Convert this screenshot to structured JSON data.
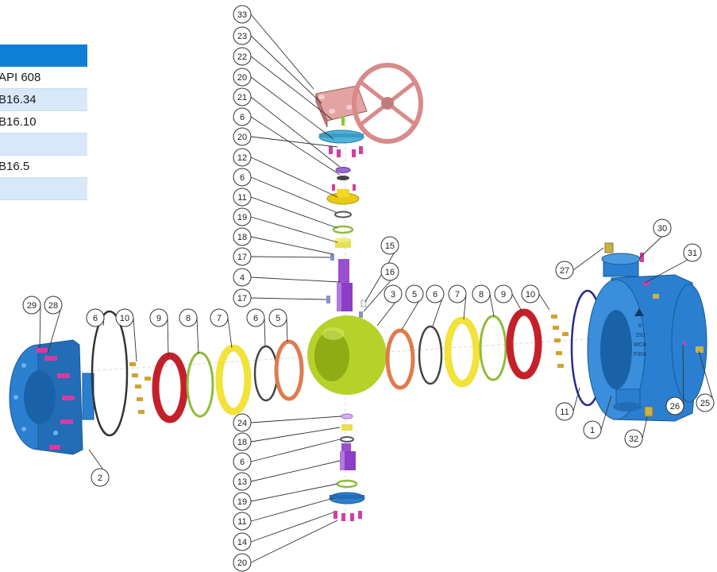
{
  "standards_table": {
    "header": "",
    "rows": [
      "API 608",
      "B16.34",
      "B16.10",
      "",
      "B16.5",
      ""
    ]
  },
  "colors": {
    "body_blue": "#2b7fd0",
    "gear_red": "#d98a8a",
    "ball_green": "#b6d12a",
    "stem_purple": "#8c3fc4",
    "ring_yellow": "#f2e23a",
    "ring_red": "#c4202a",
    "ring_orange": "#e07a4c",
    "ring_green": "#8fbc3a",
    "bolt_pink": "#d63ca0",
    "table_header": "#0f7fd6",
    "table_alt_row": "#d7e9f8"
  },
  "callouts": [
    "33",
    "23",
    "22",
    "20",
    "21",
    "6",
    "20",
    "12",
    "6",
    "11",
    "19",
    "18",
    "17",
    "4",
    "17",
    "15",
    "16",
    "3",
    "5",
    "6",
    "7",
    "8",
    "9",
    "10",
    "30",
    "31",
    "27",
    "11",
    "1",
    "32",
    "26",
    "25",
    "29",
    "28",
    "6",
    "10",
    "9",
    "8",
    "7",
    "6",
    "5",
    "2",
    "24",
    "18",
    "6",
    "13",
    "19",
    "11",
    "14",
    "20"
  ]
}
